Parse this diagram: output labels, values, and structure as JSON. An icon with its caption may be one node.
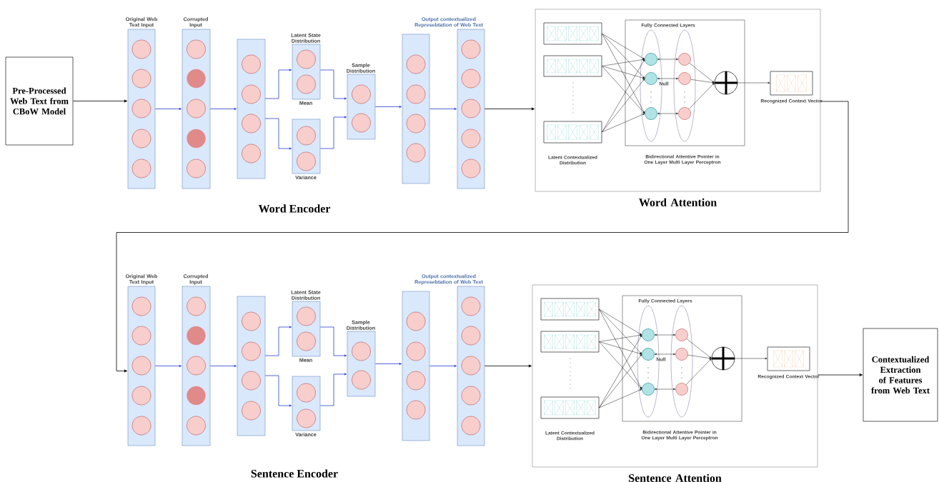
{
  "diagram": {
    "nodes": [
      {
        "text": [
          "Pre-Processed Web Text from CBoW Model"
        ]
      },
      {
        "text": [
          "Original Web Text Input"
        ]
      },
      {
        "text": [
          "Corrupted Input"
        ]
      },
      {
        "text": [],
        "shape": "box"
      },
      {
        "text": [
          "Latent State Distribution",
          "Mean"
        ]
      },
      {
        "text": [
          "Variance"
        ]
      },
      {
        "text": [
          "Sample Distribution"
        ]
      },
      {
        "text": [],
        "shape": "box"
      },
      {
        "text": [
          "Output contextualized Represebtation of Web Text"
        ]
      },
      {
        "text": [
          "Word Attention"
        ]
      },
      {
        "text": [],
        "shape": "box",
        "in": 9
      },
      {
        "text": [],
        "shape": "box",
        "in": 9
      },
      {
        "text": [],
        "shape": "box",
        "in": 9,
        "beside": [
          "Latent Contextualized Distribution"
        ]
      },
      {
        "text": [
          "Fully Connected Layers",
          "Bidirectional Attentive Pointer in One Layer Multi Layer Perceptron"
        ],
        "in": 9
      },
      {
        "text": [],
        "shape": "circle",
        "in": 13
      },
      {
        "text": [],
        "shape": "circle",
        "in": 13
      },
      {
        "text": [],
        "shape": "circle",
        "in": 13
      },
      {
        "text": [],
        "shape": "circle",
        "in": 13
      },
      {
        "text": [],
        "shape": "circle",
        "in": 13
      },
      {
        "text": [],
        "shape": "circle",
        "in": 13
      },
      {
        "text": [],
        "shape": "circle",
        "in": 13
      },
      {
        "text": [],
        "shape": "box",
        "in": 9,
        "beside": [
          "Recognized Context Vector"
        ]
      },
      {
        "text": [
          "Original Web Text Input"
        ]
      },
      {
        "text": [
          "Corrupted Input"
        ]
      },
      {
        "text": [],
        "shape": "box"
      },
      {
        "text": [
          "Latent State Distribution",
          "Mean"
        ]
      },
      {
        "text": [
          "Variance"
        ]
      },
      {
        "text": [
          "Sample Distribution"
        ]
      },
      {
        "text": [],
        "shape": "box"
      },
      {
        "text": [
          "Output contextualized Represebtation of Web Text"
        ]
      },
      {
        "text": [
          "Sentence Attention"
        ]
      },
      {
        "text": [],
        "shape": "box",
        "in": 30
      },
      {
        "text": [],
        "shape": "box",
        "in": 30
      },
      {
        "text": [],
        "shape": "box",
        "in": 30,
        "beside": [
          "Latent Contextualized Distribution"
        ]
      },
      {
        "text": [
          "Fully Connected Layers",
          "Bidirectional Attentive Pointer in One Layer Multi Layer Perceptron"
        ],
        "in": 30
      },
      {
        "text": [],
        "shape": "circle",
        "in": 34
      },
      {
        "text": [],
        "shape": "circle",
        "in": 34
      },
      {
        "text": [],
        "shape": "circle",
        "in": 34
      },
      {
        "text": [],
        "shape": "circle",
        "in": 34
      },
      {
        "text": [],
        "shape": "circle",
        "in": 34
      },
      {
        "text": [],
        "shape": "circle",
        "in": 34
      },
      {
        "text": [],
        "shape": "circle",
        "in": 34
      },
      {
        "text": [],
        "shape": "box",
        "in": 30,
        "beside": [
          "Recognized Context Vector"
        ]
      },
      {
        "text": [
          "Contextualized Extraction of Features from Web Text"
        ]
      }
    ],
    "edges": [
      {
        "from": 0,
        "to": 1,
        "arrow": "to"
      },
      {
        "from": 1,
        "to": 2,
        "arrow": "to",
        "color": "#2b3fd0"
      },
      {
        "from": 2,
        "to": 3,
        "arrow": "to",
        "color": "#2b3fd0"
      },
      {
        "from": 3,
        "to": 4,
        "arrow": "to",
        "color": "#2b3fd0"
      },
      {
        "from": 3,
        "to": 5,
        "arrow": "to",
        "color": "#2b3fd0"
      },
      {
        "from": 4,
        "to": 6,
        "arrow": "to",
        "color": "#2b3fd0"
      },
      {
        "from": 5,
        "to": 6,
        "arrow": "to",
        "color": "#2b3fd0"
      },
      {
        "from": 6,
        "to": 7,
        "arrow": "to",
        "color": "#2b3fd0"
      },
      {
        "from": 7,
        "to": 8,
        "arrow": "to",
        "color": "#2b3fd0"
      },
      {
        "from": 8,
        "to": 9,
        "arrow": "to"
      },
      {
        "from": 10,
        "to": 14,
        "arrow": "to"
      },
      {
        "from": 10,
        "to": 15,
        "arrow": "to"
      },
      {
        "from": 10,
        "to": 16,
        "arrow": "to"
      },
      {
        "from": 11,
        "to": 14,
        "arrow": "to"
      },
      {
        "from": 11,
        "to": 15,
        "arrow": "to"
      },
      {
        "from": 11,
        "to": 16,
        "arrow": "to"
      },
      {
        "from": 12,
        "to": 14,
        "arrow": "to"
      },
      {
        "from": 12,
        "to": 15,
        "arrow": "to"
      },
      {
        "from": 12,
        "to": 16,
        "arrow": "to"
      },
      {
        "from": 14,
        "to": 17,
        "arrow": "both"
      },
      {
        "from": 15,
        "to": 18,
        "arrow": "both"
      },
      {
        "from": 16,
        "to": 19,
        "arrow": "both"
      },
      {
        "from": 17,
        "to": 20,
        "arrow": "to"
      },
      {
        "from": 18,
        "to": 20,
        "arrow": "to"
      },
      {
        "from": 19,
        "to": 20,
        "arrow": "to"
      },
      {
        "from": 20,
        "to": 21,
        "arrow": "to"
      },
      {
        "from": 9,
        "to": 22,
        "arrow": "to"
      },
      {
        "from": 22,
        "to": 23,
        "arrow": "to",
        "color": "#2b3fd0"
      },
      {
        "from": 23,
        "to": 24,
        "arrow": "to",
        "color": "#2b3fd0"
      },
      {
        "from": 24,
        "to": 25,
        "arrow": "to",
        "color": "#2b3fd0"
      },
      {
        "from": 24,
        "to": 26,
        "arrow": "to",
        "color": "#2b3fd0"
      },
      {
        "from": 25,
        "to": 27,
        "arrow": "to",
        "color": "#2b3fd0"
      },
      {
        "from": 26,
        "to": 27,
        "arrow": "to",
        "color": "#2b3fd0"
      },
      {
        "from": 27,
        "to": 28,
        "arrow": "to",
        "color": "#2b3fd0"
      },
      {
        "from": 28,
        "to": 29,
        "arrow": "to",
        "color": "#2b3fd0"
      },
      {
        "from": 29,
        "to": 30,
        "arrow": "to"
      },
      {
        "from": 31,
        "to": 35,
        "arrow": "to"
      },
      {
        "from": 31,
        "to": 36,
        "arrow": "to"
      },
      {
        "from": 31,
        "to": 37,
        "arrow": "to"
      },
      {
        "from": 32,
        "to": 35,
        "arrow": "to"
      },
      {
        "from": 32,
        "to": 36,
        "arrow": "to"
      },
      {
        "from": 32,
        "to": 37,
        "arrow": "to"
      },
      {
        "from": 33,
        "to": 35,
        "arrow": "to"
      },
      {
        "from": 33,
        "to": 36,
        "arrow": "to"
      },
      {
        "from": 33,
        "to": 37,
        "arrow": "to"
      },
      {
        "from": 35,
        "to": 38,
        "arrow": "both"
      },
      {
        "from": 36,
        "to": 39,
        "arrow": "both"
      },
      {
        "from": 37,
        "to": 40,
        "arrow": "both"
      },
      {
        "from": 38,
        "to": 41,
        "arrow": "to"
      },
      {
        "from": 39,
        "to": 41,
        "arrow": "to"
      },
      {
        "from": 40,
        "to": 41,
        "arrow": "to"
      },
      {
        "from": 41,
        "to": 42,
        "arrow": "to"
      },
      {
        "from": 30,
        "to": 43,
        "arrow": "to"
      }
    ],
    "labels": [
      "Null",
      "Word Encoder",
      "Sentence Encoder",
      "Null"
    ]
  }
}
